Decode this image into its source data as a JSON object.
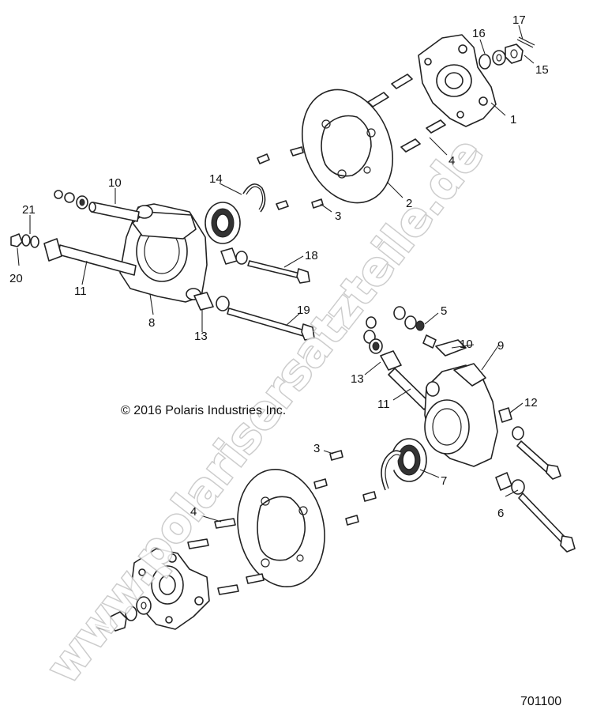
{
  "copyright": "© 2016 Polaris Industries Inc.",
  "figure_number": "701100",
  "watermark": "www.polarisersatzteile.de",
  "callouts": [
    {
      "id": "c17",
      "text": "17"
    },
    {
      "id": "c16",
      "text": "16"
    },
    {
      "id": "c15",
      "text": "15"
    },
    {
      "id": "c1",
      "text": "1"
    },
    {
      "id": "c4a",
      "text": "4"
    },
    {
      "id": "c2",
      "text": "2"
    },
    {
      "id": "c3a",
      "text": "3"
    },
    {
      "id": "c14",
      "text": "14"
    },
    {
      "id": "c10a",
      "text": "10"
    },
    {
      "id": "c21",
      "text": "21"
    },
    {
      "id": "c20",
      "text": "20"
    },
    {
      "id": "c11a",
      "text": "11"
    },
    {
      "id": "c8",
      "text": "8"
    },
    {
      "id": "c18",
      "text": "18"
    },
    {
      "id": "c19",
      "text": "19"
    },
    {
      "id": "c13a",
      "text": "13"
    },
    {
      "id": "c5",
      "text": "5"
    },
    {
      "id": "c10b",
      "text": "10"
    },
    {
      "id": "c9",
      "text": "9"
    },
    {
      "id": "c13b",
      "text": "13"
    },
    {
      "id": "c11b",
      "text": "11"
    },
    {
      "id": "c12",
      "text": "12"
    },
    {
      "id": "c3b",
      "text": "3"
    },
    {
      "id": "c7",
      "text": "7"
    },
    {
      "id": "c4b",
      "text": "4"
    },
    {
      "id": "c6",
      "text": "6"
    }
  ]
}
